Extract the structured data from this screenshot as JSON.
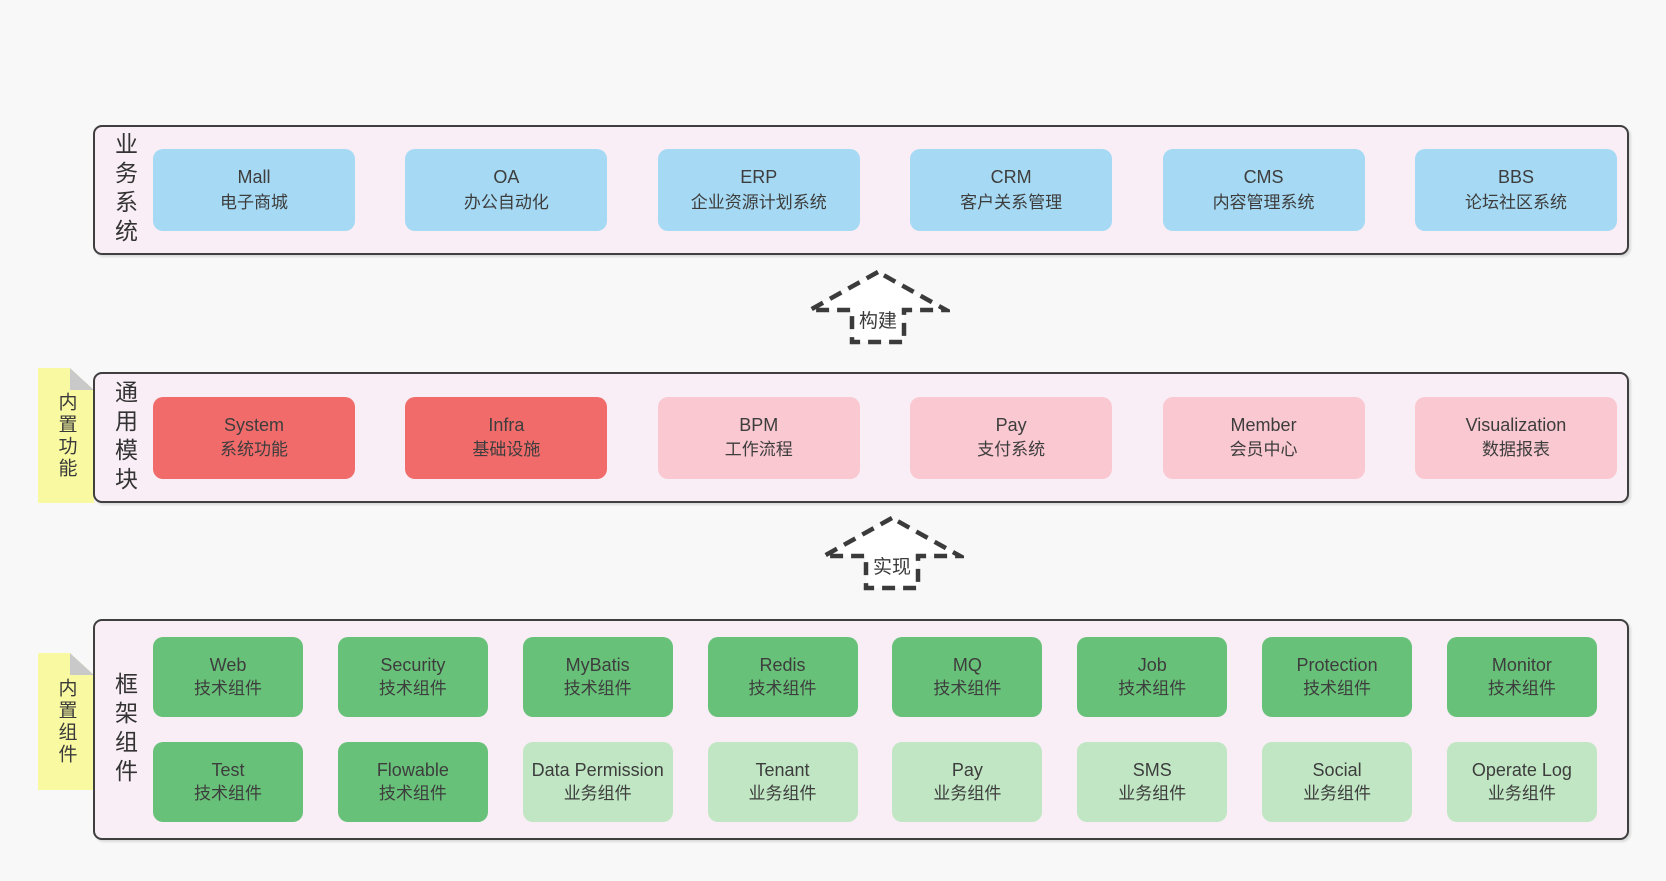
{
  "colors": {
    "background": "#f8f8f8",
    "band_background": "#f9eef6",
    "band_border": "#3f3f3f",
    "box_blue": "#a6d9f3",
    "box_red": "#f16b6b",
    "box_pink": "#f9c8d1",
    "box_green": "#68c179",
    "box_green_light": "#c0e6c3",
    "sticky_yellow": "#f9f9a1",
    "sticky_fold": "#c9c9c9",
    "text": "#3d3d3d"
  },
  "arrows": [
    {
      "label": "构建"
    },
    {
      "label": "实现"
    }
  ],
  "bands": [
    {
      "label": "业务系统",
      "sticky": null,
      "rows": [
        [
          {
            "name": "Mall",
            "desc": "电子商城",
            "variant": "blue"
          },
          {
            "name": "OA",
            "desc": "办公自动化",
            "variant": "blue"
          },
          {
            "name": "ERP",
            "desc": "企业资源计划系统",
            "variant": "blue"
          },
          {
            "name": "CRM",
            "desc": "客户关系管理",
            "variant": "blue"
          },
          {
            "name": "CMS",
            "desc": "内容管理系统",
            "variant": "blue"
          },
          {
            "name": "BBS",
            "desc": "论坛社区系统",
            "variant": "blue"
          }
        ]
      ]
    },
    {
      "label": "通用模块",
      "sticky": "内置功能",
      "rows": [
        [
          {
            "name": "System",
            "desc": "系统功能",
            "variant": "red"
          },
          {
            "name": "Infra",
            "desc": "基础设施",
            "variant": "red"
          },
          {
            "name": "BPM",
            "desc": "工作流程",
            "variant": "pink"
          },
          {
            "name": "Pay",
            "desc": "支付系统",
            "variant": "pink"
          },
          {
            "name": "Member",
            "desc": "会员中心",
            "variant": "pink"
          },
          {
            "name": "Visualization",
            "desc": "数据报表",
            "variant": "pink"
          }
        ]
      ]
    },
    {
      "label": "框架组件",
      "sticky": "内置组件",
      "rows": [
        [
          {
            "name": "Web",
            "desc": "技术组件",
            "variant": "green"
          },
          {
            "name": "Security",
            "desc": "技术组件",
            "variant": "green"
          },
          {
            "name": "MyBatis",
            "desc": "技术组件",
            "variant": "green"
          },
          {
            "name": "Redis",
            "desc": "技术组件",
            "variant": "green"
          },
          {
            "name": "MQ",
            "desc": "技术组件",
            "variant": "green"
          },
          {
            "name": "Job",
            "desc": "技术组件",
            "variant": "green"
          },
          {
            "name": "Protection",
            "desc": "技术组件",
            "variant": "green"
          },
          {
            "name": "Monitor",
            "desc": "技术组件",
            "variant": "green"
          }
        ],
        [
          {
            "name": "Test",
            "desc": "技术组件",
            "variant": "green"
          },
          {
            "name": "Flowable",
            "desc": "技术组件",
            "variant": "green"
          },
          {
            "name": "Data Permission",
            "desc": "业务组件",
            "variant": "green-light"
          },
          {
            "name": "Tenant",
            "desc": "业务组件",
            "variant": "green-light"
          },
          {
            "name": "Pay",
            "desc": "业务组件",
            "variant": "green-light"
          },
          {
            "name": "SMS",
            "desc": "业务组件",
            "variant": "green-light"
          },
          {
            "name": "Social",
            "desc": "业务组件",
            "variant": "green-light"
          },
          {
            "name": "Operate Log",
            "desc": "业务组件",
            "variant": "green-light"
          }
        ]
      ]
    }
  ]
}
